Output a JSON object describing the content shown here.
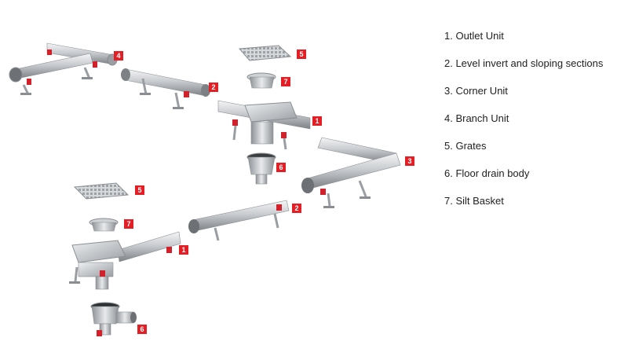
{
  "legend": {
    "items": [
      "1. Outlet Unit",
      "2. Level invert and sloping sections",
      "3. Corner Unit",
      "4. Branch Unit",
      "5. Grates",
      "6.  Floor drain body",
      "7. Silt Basket"
    ]
  },
  "callouts": {
    "outlet_unit": "1",
    "level_invert": "2",
    "corner_unit": "3",
    "branch_unit": "4",
    "grates": "5",
    "floor_drain_body": "6",
    "silt_basket": "7"
  },
  "colors": {
    "callout_red": "#e31e24",
    "steel_light": "#e6e8ea",
    "steel_mid": "#b4b8bc",
    "steel_dark": "#7d8185",
    "clamp_red": "#d3212b"
  }
}
